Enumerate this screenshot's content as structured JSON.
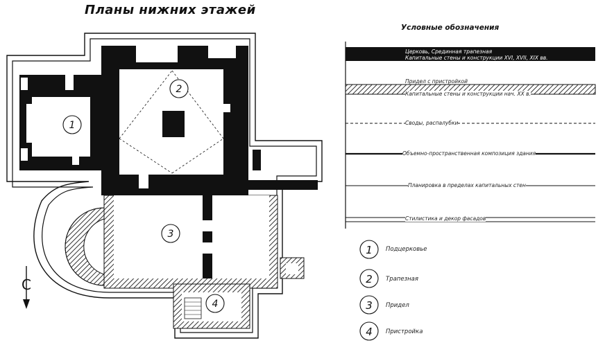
{
  "title": "Планы нижних этажей",
  "legend": {
    "title": "Условные обозначения",
    "items": [
      {
        "text1": "Церковь, Срединная трапезная",
        "text2": "Капитальные стены и конструкции XVI, XVII, XIX вв."
      },
      {
        "text1": "Придел с пристройкой",
        "text2": "Капитальные стены и конструкции нач. XX в."
      },
      {
        "text1": "Своды, распалубки",
        "text2": ""
      },
      {
        "text1": "Объемно-пространственная композиция здания",
        "text2": ""
      },
      {
        "text1": "Планировка в пределах капитальных стен",
        "text2": ""
      },
      {
        "text1": "Стилистика и декор фасадов",
        "text2": ""
      }
    ],
    "rooms": [
      {
        "num": "1",
        "label": "Подцерковье"
      },
      {
        "num": "2",
        "label": "Трапезная"
      },
      {
        "num": "3",
        "label": "Придел"
      },
      {
        "num": "4",
        "label": "Пристройка"
      }
    ]
  },
  "plan_labels": {
    "r1": "1",
    "r2": "2",
    "r3": "3",
    "r4": "4"
  },
  "north": "С",
  "colors": {
    "ink": "#111111",
    "hatch": "#555555"
  }
}
